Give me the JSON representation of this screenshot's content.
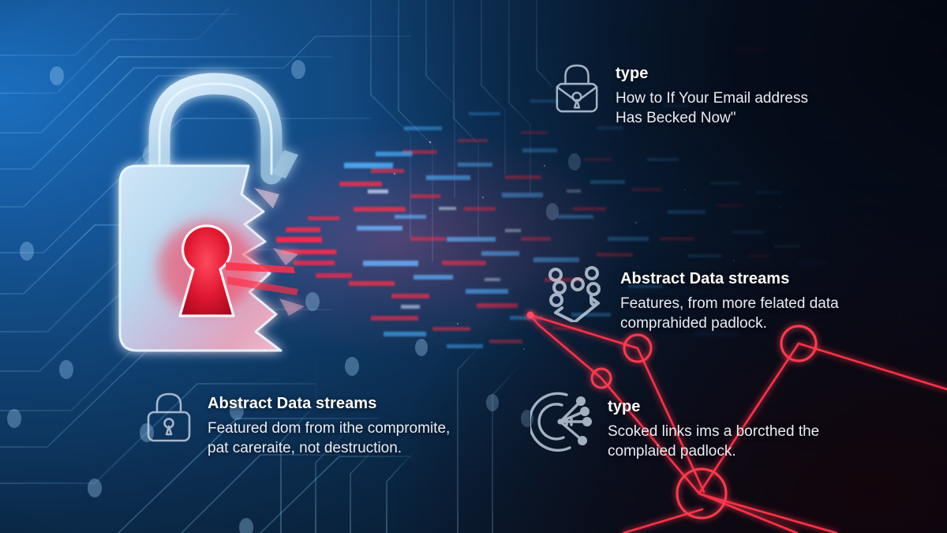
{
  "scene": {
    "kind": "cybersecurity-hero-graphic",
    "subject": "shattered padlock leaking data streams",
    "colors": {
      "background_deep_navy": "#070d1c",
      "background_blue": "#1b6fbf",
      "accent_red": "#e2243a",
      "accent_cyan": "#7fd8ff",
      "text_primary": "#ffffff",
      "text_body": "#e8edf5",
      "icon_stroke": "#c6d3e2"
    }
  },
  "callouts": [
    {
      "id": "top-right",
      "icon": "padlock-envelope-icon",
      "title": "type",
      "body": "How to If Your Email address\nHas Becked Now\""
    },
    {
      "id": "mid-right",
      "icon": "abstract-nodes-chevron-icon",
      "title": "Abstract Data streams",
      "body": "Features, from more felated data\ncomprahided padlock."
    },
    {
      "id": "bottom-left",
      "icon": "padlock-icon",
      "title": "Abstract Data streams",
      "body": "Featured dom from ithe compromite,\npat careraite, not destruction."
    },
    {
      "id": "bottom-right",
      "icon": "radar-nodes-icon",
      "title": "type",
      "body": "Scoked links ims a borcthed the\ncomplaied padlock."
    }
  ],
  "graphics": {
    "padlock": "broken-padlock-with-red-keyhole",
    "data_stream": "blue-and-red-binary-data-stream",
    "circuit_traces": "circuit-board-trace-pattern",
    "network_graph": "red-glowing-node-link-graph"
  }
}
